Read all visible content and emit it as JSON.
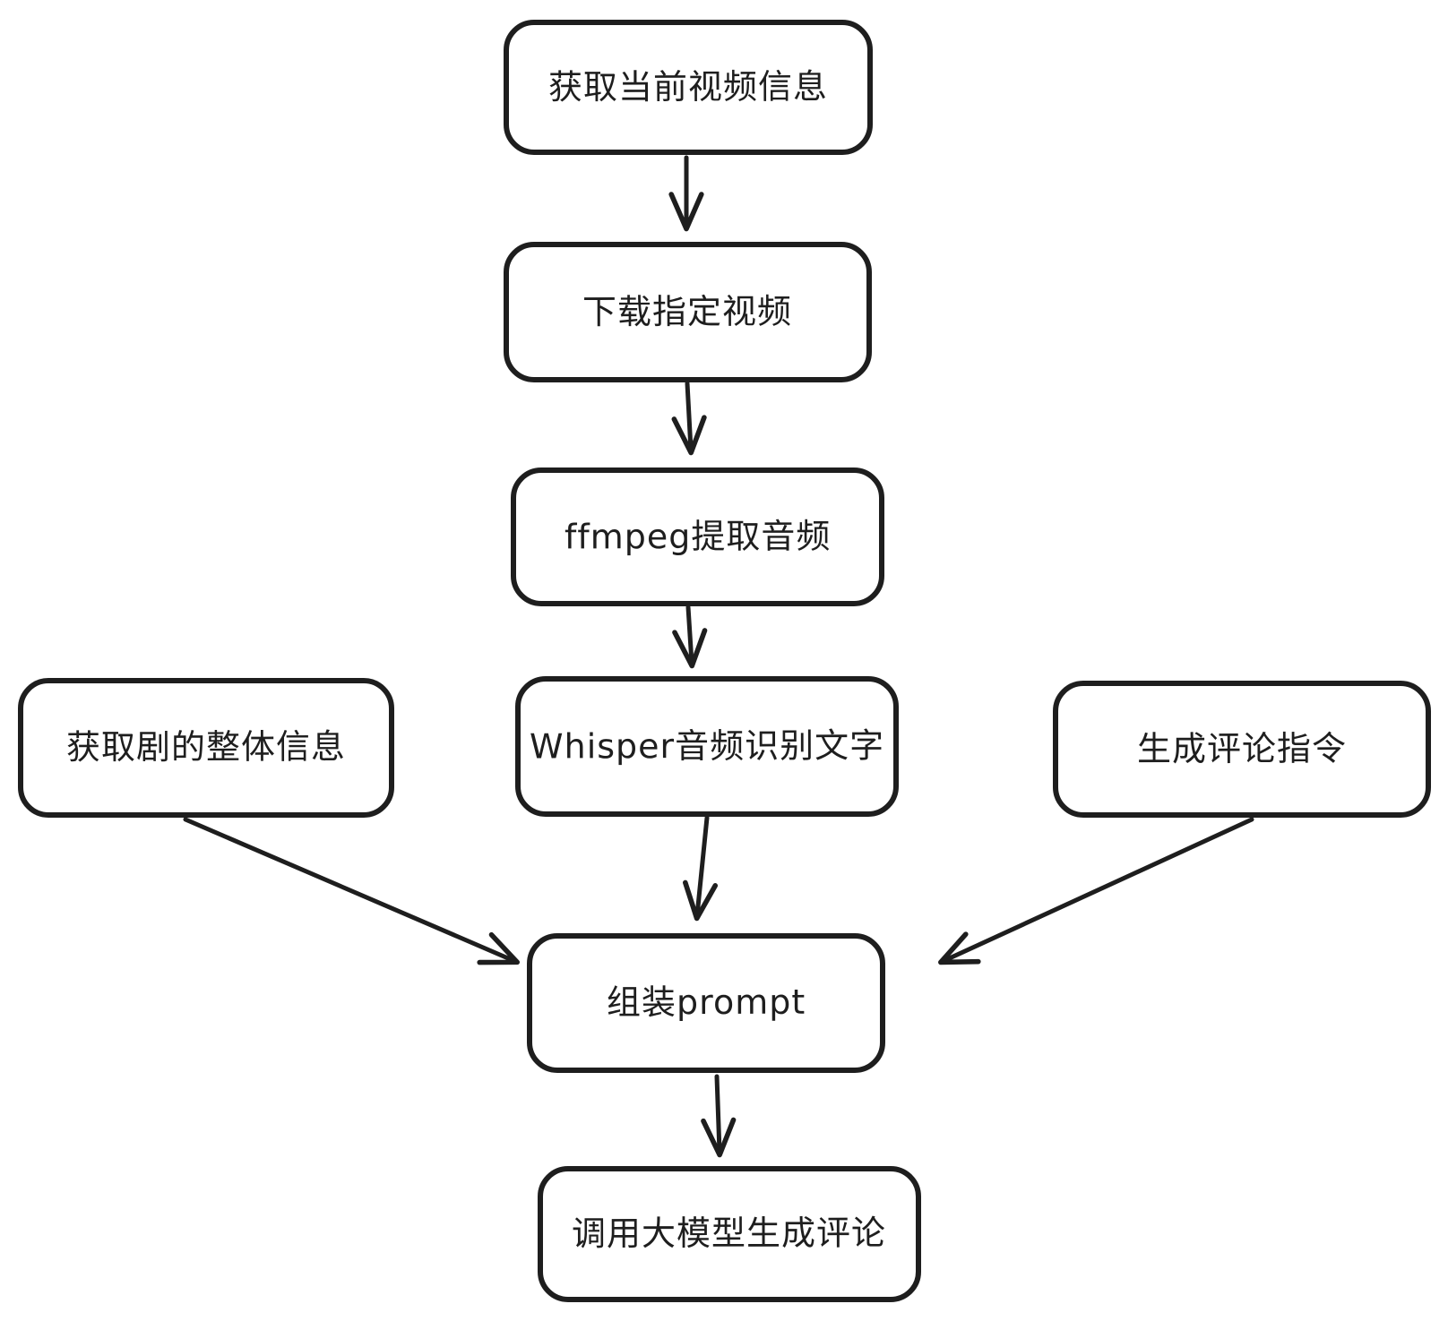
{
  "diagram": {
    "background_color": "#ffffff",
    "stroke_color": "#1e1e1e",
    "nodes": [
      {
        "id": "get-current-video-info",
        "label": "获取当前视频信息"
      },
      {
        "id": "download-video",
        "label": "下载指定视频"
      },
      {
        "id": "ffmpeg-extract-audio",
        "label": "ffmpeg提取音频"
      },
      {
        "id": "whisper-asr",
        "label": "Whisper音频识别文字"
      },
      {
        "id": "get-drama-info",
        "label": "获取剧的整体信息"
      },
      {
        "id": "generate-comment-instruction",
        "label": "生成评论指令"
      },
      {
        "id": "assemble-prompt",
        "label": "组装prompt"
      },
      {
        "id": "call-llm-generate-comment",
        "label": "调用大模型生成评论"
      }
    ],
    "edges": [
      {
        "from": "get-current-video-info",
        "to": "download-video"
      },
      {
        "from": "download-video",
        "to": "ffmpeg-extract-audio"
      },
      {
        "from": "ffmpeg-extract-audio",
        "to": "whisper-asr"
      },
      {
        "from": "whisper-asr",
        "to": "assemble-prompt"
      },
      {
        "from": "get-drama-info",
        "to": "assemble-prompt"
      },
      {
        "from": "generate-comment-instruction",
        "to": "assemble-prompt"
      },
      {
        "from": "assemble-prompt",
        "to": "call-llm-generate-comment"
      }
    ]
  }
}
